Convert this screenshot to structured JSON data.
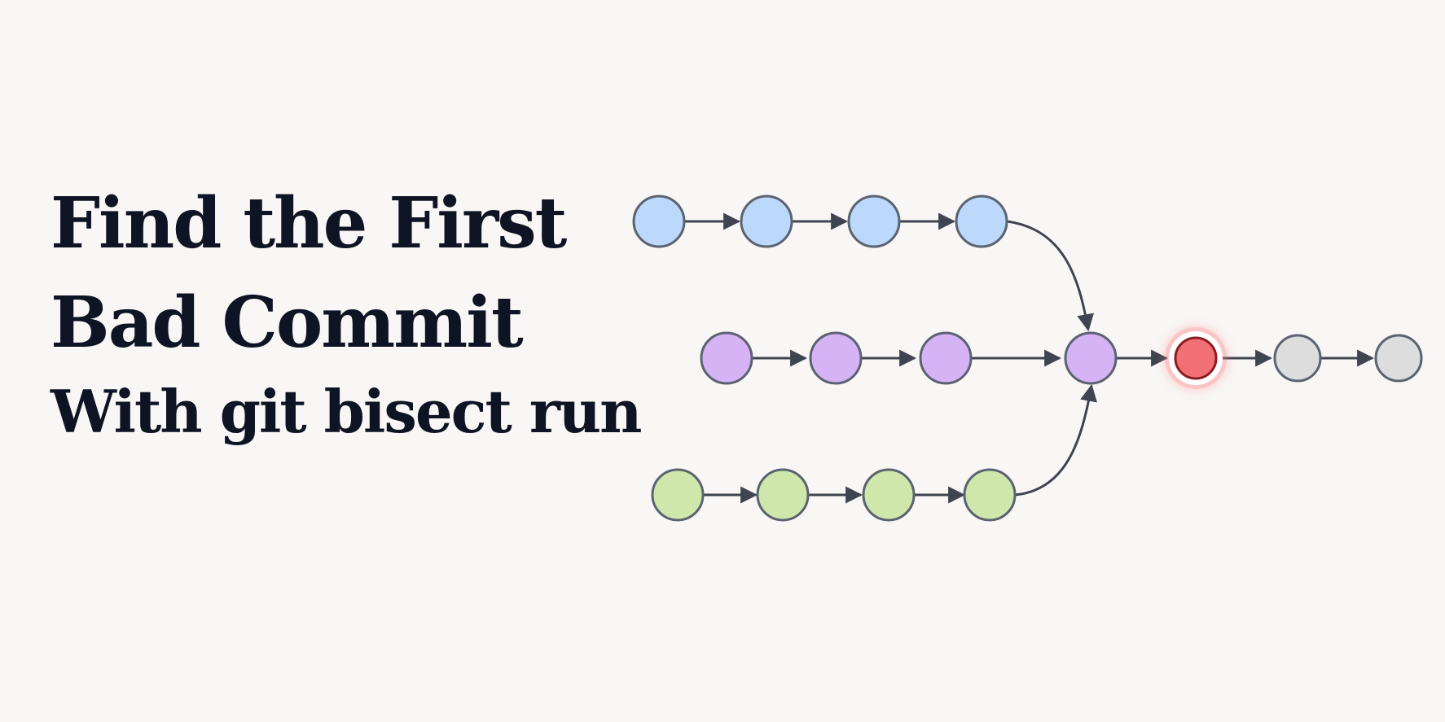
{
  "headline": {
    "line1": "Find the First",
    "line2": "Bad Commit",
    "line3": "With git bisect run"
  },
  "colors": {
    "background": "#f8f7f5",
    "text": "#0f1424",
    "edge": "#3f4450",
    "node_stroke": "#5b6270",
    "blue_fill": "#bcd8fb",
    "purple_fill": "#d5b3f5",
    "green_fill": "#cfe7ab",
    "bad_fill": "#f07076",
    "bad_stroke": "#8b1c22",
    "bad_glow": "#ff6a70",
    "gray_fill": "#dddddd"
  },
  "graph": {
    "branches": [
      {
        "name": "blue",
        "commits": 4
      },
      {
        "name": "purple",
        "commits": 3
      },
      {
        "name": "green",
        "commits": 4
      }
    ],
    "merge_commit": "purple",
    "first_bad_commit": "red",
    "later_commits": 2
  }
}
